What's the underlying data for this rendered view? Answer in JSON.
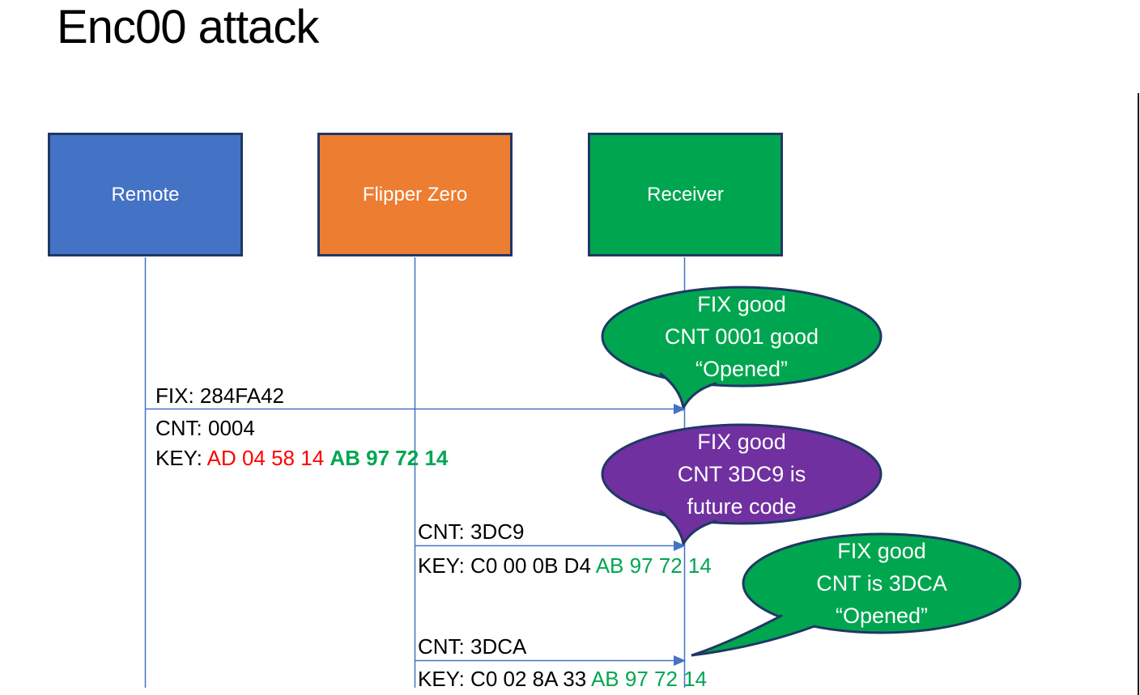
{
  "title": "Enc00 attack",
  "colors": {
    "actor_blue": "#4472C4",
    "actor_orange": "#ED7D31",
    "actor_green": "#00A64F",
    "bubble_green": "#00A64F",
    "bubble_purple": "#7030A0",
    "outline_navy": "#1F3864",
    "line_blue": "#4472C4",
    "key_red": "#FF0000",
    "key_green": "#00A651",
    "white": "#FFFFFF"
  },
  "actors": [
    {
      "label": "Remote"
    },
    {
      "label": "Flipper Zero"
    },
    {
      "label": "Receiver"
    }
  ],
  "messages": [
    {
      "fix": "FIX: 284FA42",
      "cnt": "CNT: 0004",
      "key_prefix": "KEY: ",
      "key_red": "AD 04 58 14 ",
      "key_green": "AB 97 72 14"
    },
    {
      "cnt": "CNT: 3DC9",
      "key_prefix": "KEY: C0 00 0B D4 ",
      "key_green": "AB 97 72 14"
    },
    {
      "cnt": "CNT: 3DCA",
      "key_prefix": "KEY: C0 02 8A 33 ",
      "key_green": "AB 97 72 14"
    }
  ],
  "bubbles": [
    {
      "line1": "FIX good",
      "line2": "CNT 0001 good",
      "line3": "“Opened”"
    },
    {
      "line1": "FIX good",
      "line2": "CNT 3DC9 is",
      "line3": "future code"
    },
    {
      "line1": "FIX good",
      "line2": "CNT is 3DCA",
      "line3": "“Opened”"
    }
  ]
}
